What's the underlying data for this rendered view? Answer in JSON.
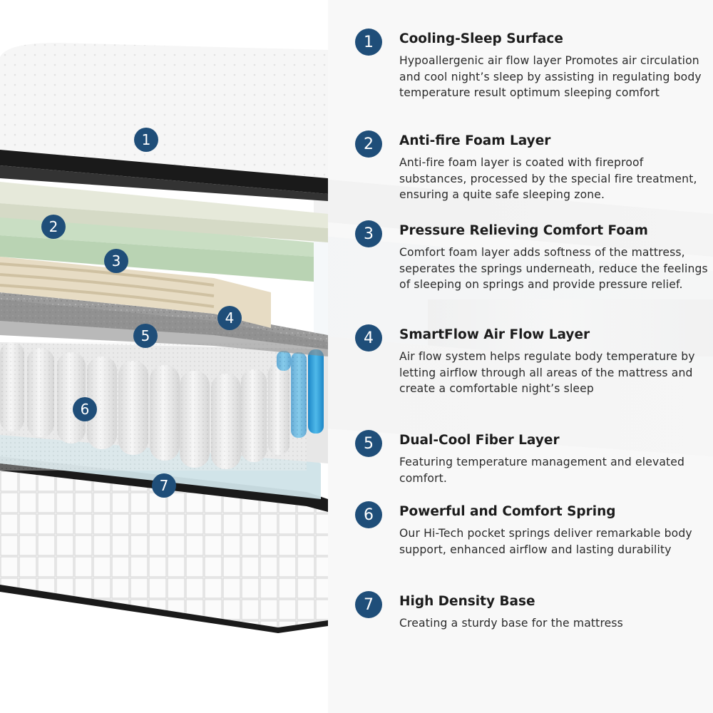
{
  "diagram_labels": [
    "1",
    "2",
    "3",
    "4",
    "5",
    "6",
    "7"
  ],
  "features": [
    {
      "number": "1",
      "title": "Cooling-Sleep Surface",
      "description": "Hypoallergenic air flow layer Promotes air circulation and cool night’s sleep by assisting in regulating body temperature result optimum sleeping comfort"
    },
    {
      "number": "2",
      "title": "Anti-fire Foam Layer",
      "description": "Anti-fire foam layer is coated with fireproof substances, processed by the special fire treatment, ensuring a quite safe sleeping zone."
    },
    {
      "number": "3",
      "title": "Pressure Relieving Comfort Foam",
      "description": "Comfort foam layer adds softness of the mattress, seperates the springs underneath, reduce the feelings of sleeping on springs and provide pressure relief."
    },
    {
      "number": "4",
      "title": "SmartFlow Air Flow Layer",
      "description": "Air flow system helps regulate body temperature by letting airflow through all areas of the mattress and create a comfortable night’s sleep"
    },
    {
      "number": "5",
      "title": "Dual-Cool Fiber Layer",
      "description": "Featuring temperature management and elevated comfort."
    },
    {
      "number": "6",
      "title": "Powerful and Comfort Spring",
      "description": "Our Hi-Tech pocket springs deliver remarkable body support, enhanced airflow and lasting durability"
    },
    {
      "number": "7",
      "title": "High Density Base",
      "description": "Creating a sturdy base for the mattress"
    }
  ],
  "colors": {
    "badge": "#1f4e79",
    "surface": "#f4f4f4",
    "black_border": "#1a1a1a",
    "fire_foam": "#dfe3d2",
    "comfort_foam": "#b9d3b3",
    "airflow_foam": "#e7dcc4",
    "fiber_layer": "#8f8f8f",
    "spring_blue": "#2f9fd8",
    "base_foam": "#cfe3e8"
  }
}
